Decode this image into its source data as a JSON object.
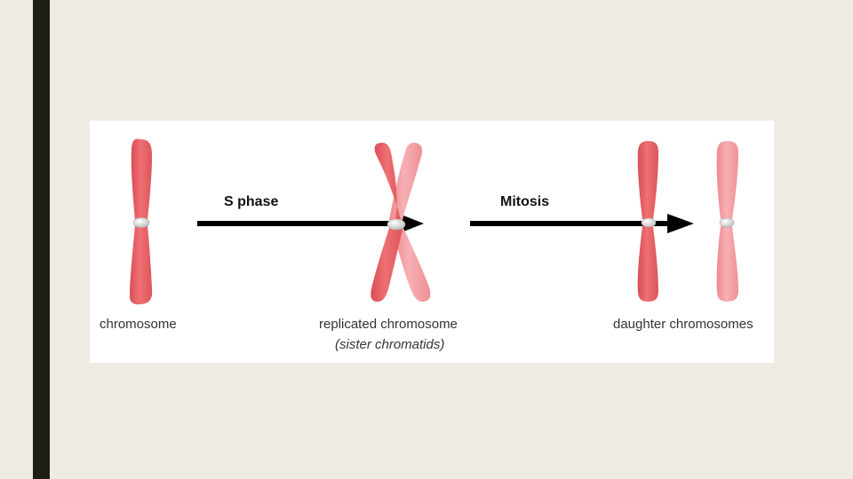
{
  "diagram": {
    "stage_labels": {
      "chromosome": "chromosome",
      "replicated": "replicated chromosome",
      "replicated_note": "(sister chromatids)",
      "daughters": "daughter chromosomes"
    },
    "step_labels": {
      "first": "S phase",
      "second": "Mitosis"
    },
    "colors": {
      "background": "#eeebe3",
      "side_bar": "#1d1f14",
      "chromatid_dark": "#e8686a",
      "chromatid_light": "#f2a3a6",
      "centromere": "#e6e6e6",
      "arrow": "#000000"
    }
  }
}
